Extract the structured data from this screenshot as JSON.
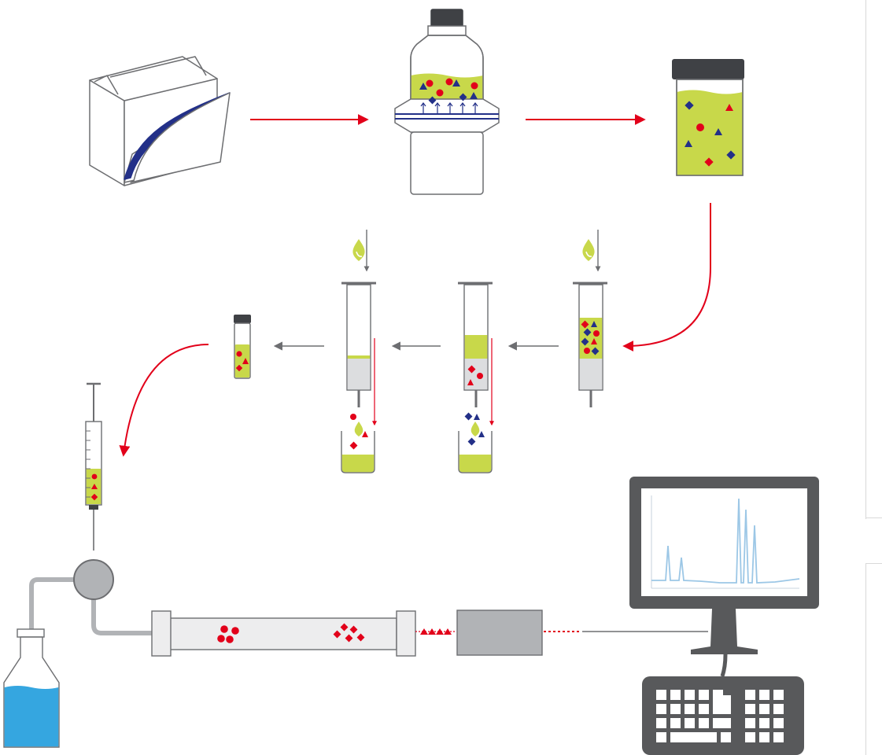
{
  "diagram": {
    "type": "analytical-workflow",
    "steps": [
      {
        "name": "sample-carton"
      },
      {
        "name": "filtration-bottle"
      },
      {
        "name": "extract-jar"
      },
      {
        "name": "spe-cartridge-load"
      },
      {
        "name": "spe-cartridge-wash"
      },
      {
        "name": "spe-cartridge-elute"
      },
      {
        "name": "sample-vial"
      },
      {
        "name": "injection-syringe"
      },
      {
        "name": "solvent-bottle"
      },
      {
        "name": "injector-valve"
      },
      {
        "name": "chromatography-column"
      },
      {
        "name": "detector"
      },
      {
        "name": "computer-workstation"
      }
    ]
  },
  "colors": {
    "red": "#e2001a",
    "navy": "#233088",
    "liquid": "#c8d84a",
    "grey": "#6d6e71",
    "light_grey": "#dcdddf",
    "mobile_phase_blue": "#35a6e0",
    "chromatogram_blue": "#9cc7e6"
  }
}
